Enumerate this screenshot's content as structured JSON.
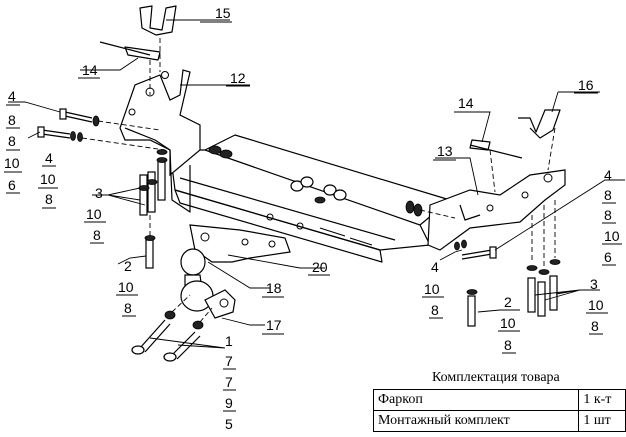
{
  "callouts": {
    "c15": "15",
    "c14a": "14",
    "c12": "12",
    "c14b": "14",
    "c16": "16",
    "c13": "13",
    "c4a": "4",
    "c8a": "8",
    "c8b": "8",
    "c10a": "10",
    "c6a": "6",
    "c4b": "4",
    "c10b": "10",
    "c8c": "8",
    "c3a": "3",
    "c10c": "10",
    "c8d": "8",
    "c2a": "2",
    "c10d": "10",
    "c8e": "8",
    "c1": "1",
    "c7a": "7",
    "c7b": "7",
    "c9": "9",
    "c5": "5",
    "c20": "20",
    "c18": "18",
    "c17": "17",
    "c4c": "4",
    "c8f": "8",
    "c8g": "8",
    "c10e": "10",
    "c6b": "6",
    "c4d": "4",
    "c10f": "10",
    "c8h": "8",
    "c2b": "2",
    "c10g": "10",
    "c8i": "8",
    "c3b": "3",
    "c10h": "10",
    "c8j": "8"
  },
  "kit": {
    "title": "Комплектация товара",
    "rows": [
      {
        "name": "Фаркоп",
        "qty": "1 к-т"
      },
      {
        "name": "Монтажный комплект",
        "qty": "1 шт"
      }
    ]
  }
}
